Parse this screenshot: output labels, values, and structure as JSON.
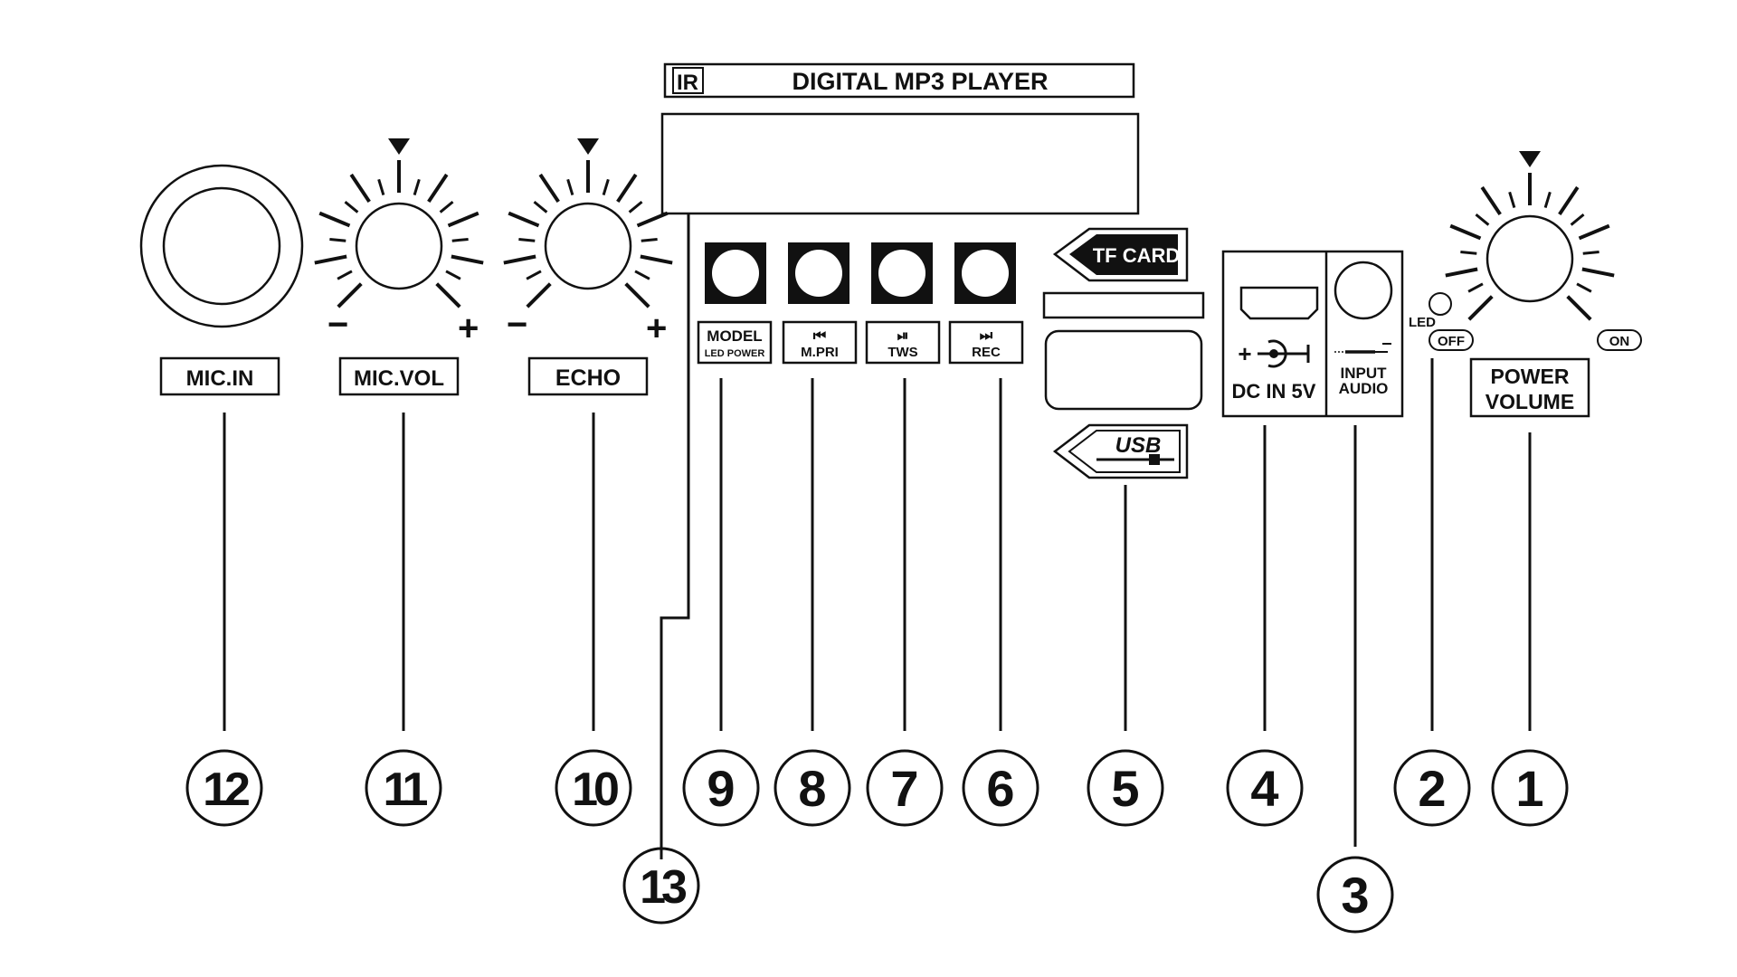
{
  "display": {
    "ir": "IR",
    "title": "DIGITAL MP3 PLAYER"
  },
  "controls": {
    "mic_in": "MIC.IN",
    "mic_vol": "MIC.VOL",
    "echo": "ECHO",
    "minus": "−",
    "plus": "+",
    "model": "MODEL",
    "led_power": "LED POWER",
    "prev_icon": "⏮",
    "mpri": "M.PRI",
    "playpause_icon": "⏯",
    "tws": "TWS",
    "next_icon": "⏭",
    "rec": "REC",
    "tf_card": "TF CARD",
    "usb": "USB",
    "dc_plus": "+",
    "dc_in": "DC IN 5V",
    "input_audio_1": "INPUT",
    "input_audio_2": "AUDIO",
    "led": "LED",
    "off": "OFF",
    "on": "ON",
    "power_1": "POWER",
    "power_2": "VOLUME"
  },
  "callouts": [
    "1",
    "2",
    "3",
    "4",
    "5",
    "6",
    "7",
    "8",
    "9",
    "10",
    "11",
    "12",
    "13"
  ],
  "colors": {
    "ink": "#111111",
    "paper": "#ffffff"
  }
}
